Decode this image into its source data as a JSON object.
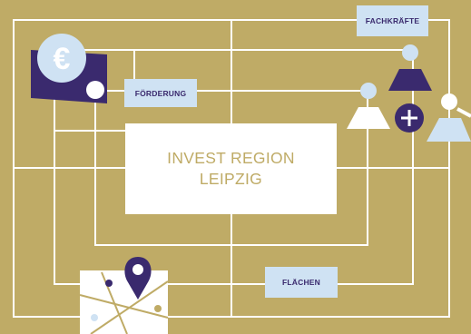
{
  "center": {
    "line1": "INVEST REGION",
    "line2": "LEIPZIG"
  },
  "labels": {
    "funding": "FÖRDERUNG",
    "skilled_workers": "FACHKRÄFTE",
    "land": "FLÄCHEN"
  },
  "icons": {
    "currency": "euro-coin-icon",
    "people": "people-group-icon",
    "plus": "plus-icon",
    "map": "map-pin-icon"
  },
  "colors": {
    "background": "#bfab66",
    "lines": "#ffffff",
    "label_bg": "#cfe2f3",
    "accent": "#3a2a6e",
    "light_blue": "#cfe2f3"
  },
  "euro_symbol": "€"
}
